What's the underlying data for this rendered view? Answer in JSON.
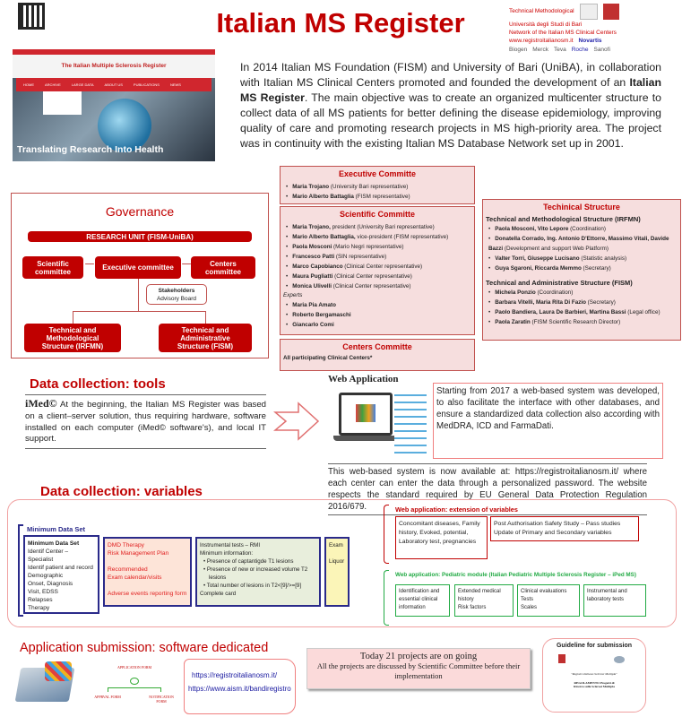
{
  "header": {
    "title": "Italian MS Register",
    "logos": [
      "Technical Methodological",
      "Università degli Studi di Bari",
      "Network of the Italian MS Clinical Centers",
      "www.registroitalianosm.it",
      "Biogen",
      "Merck",
      "Teva",
      "Novartis",
      "Roche",
      "Sanofi"
    ]
  },
  "website": {
    "site_title": "The Italian Multiple Sclerosis Register",
    "nav": [
      "HOME",
      "ARCHIVE",
      "LARGE DATA",
      "ABOUT US",
      "PUBLICATIONS",
      "NEWS"
    ],
    "tagline": "Translating Research Into Health"
  },
  "intro": {
    "text1": "In 2014 Italian MS Foundation (FISM) and University of Bari (UniBA), in collaboration with Italian MS Clinical Centers promoted and founded the development of an ",
    "bold": "Italian MS Register",
    "text2": ". The main objective was to create an organized multicenter structure to collect data of all MS patients for better defining the disease epidemiology, improving quality of care and promoting research projects in MS high-priority area. The project was in continuity with the existing Italian MS Database Network set up in 2001."
  },
  "governance": {
    "title": "Governance",
    "research_unit": "RESEARCH UNIT (FISM-UniBA)",
    "scientific": "Scientific committee",
    "executive": "Executive committee",
    "centers": "Centers committee",
    "stakeholders": "Stakeholders",
    "advisory": "Advisory Board",
    "tech_method": "Technical and Methodological Structure (IRFMN)",
    "tech_admin": "Technical and Administrative Structure (FISM)"
  },
  "executive": {
    "title": "Executive Committe",
    "members": [
      {
        "name": "Maria Trojano",
        "role": " (University Bari representative)"
      },
      {
        "name": "Mario Alberto Battaglia",
        "role": " (FISM representative)"
      }
    ]
  },
  "scientific": {
    "title": "Scientific Committe",
    "members": [
      {
        "name": "Maria Trojano,",
        "role": "  president (University Bari representative)"
      },
      {
        "name": "Mario Alberto Battaglia,",
        "role": " vice-president  (FISM representative)"
      },
      {
        "name": "Paola Mosconi",
        "role": " (Mario Negri representative)"
      },
      {
        "name": "Francesco Patti",
        "role": " (SIN representative)"
      },
      {
        "name": "Marco Capobianco",
        "role": " (Clinical Center representative)"
      },
      {
        "name": "Maura Pugliatti",
        "role": " (Clinical Center representative)"
      },
      {
        "name": "Monica Ulivelli",
        "role": " (Clinical Center representative)"
      }
    ],
    "experts_label": "Experts",
    "experts": [
      "Maria Pia Amato",
      "Roberto Bergamaschi",
      "Giancarlo Comi"
    ]
  },
  "centers": {
    "title": "Centers Committe",
    "text": "All participating  Clinical Centers*"
  },
  "technical": {
    "title": "Techinical Structure",
    "irfmn_title": "Technical and Methodological Structure (IRFMN)",
    "irfmn": [
      {
        "name": "Paola Mosconi, Vito Lepore",
        "role": " (Coordination)"
      },
      {
        "name": "Donatella Corrado, Ing. Antonio D'Ettorre, Massimo Vitali, Davide Bazzi",
        "role": " (Development and support Web Platform)"
      },
      {
        "name": "Valter Torri, Giuseppe Lucisano",
        "role": " (Statistic analysis)"
      },
      {
        "name": "Guya Sgaroni, Riccarda Memmo",
        "role": " (Secretary)"
      }
    ],
    "fism_title": "Technical and Administrative Structure (FISM)",
    "fism": [
      {
        "name": "Michela Ponzio",
        "role": " (Coordination)"
      },
      {
        "name": "Barbara Vitelli, Maria Rita Di Fazio",
        "role": " (Secretary)"
      },
      {
        "name": "Paolo Bandiera, Laura De Barbieri, Martina Bassi",
        "role": " (Legal office)"
      },
      {
        "name": "Paola Zaratin",
        "role": " (FISM Scientific Research Director)"
      }
    ]
  },
  "tools": {
    "title": "Data collection: tools",
    "imed": "iMed©",
    "text": " At the beginning, the Italian MS Register was based on a client–server solution, thus requiring hardware, software installed on each computer (iMed© software's), and local IT support."
  },
  "webapp": {
    "title": "Web Application",
    "desc": "Starting from 2017 a web-based system was developed, to also facilitate the interface with other databases, and ensure a standardized data collection also according with MedDRA, ICD and FarmaDati.",
    "available": "This web-based system is now available at: https://registroitalianosm.it/ where each center can enter the data through a personalized password. The website respects the standard required by EU General Data Protection Regulation 2016/679."
  },
  "variables": {
    "title": "Data collection: variables",
    "mds_label": "Minimum Data Set",
    "mds_title": "Minimum Data Set",
    "mds_items": [
      "Identif Center – Specialist",
      "Identif patient and record",
      "Demographic",
      "Onset, Diagnosis",
      "Visit, EDSS",
      "Relapses",
      "Therapy"
    ],
    "dmd": [
      "DMD Therapy",
      "Risk  Management Plan",
      "",
      "Recommended",
      "Exam calendar/visits",
      "",
      "Adverse events reporting form"
    ],
    "instr_title": "Instrumental tests – RMI",
    "instr_min": "Minimum information:",
    "instr_items": [
      "Presence of captantigde T1 lesions",
      "Presence of new or increased volume  T2 lesions",
      "Total number of lesions in T2<[9]/>=[9]"
    ],
    "instr_card": "Complete card",
    "exam_title": "Exam",
    "exam_item": "Liquor",
    "ext_title": "Web application: extension of variables",
    "ext1": "Concomitant  diseases, Family history, Evoked, potential, Laboratory test, pregnancies",
    "ext2a": "Post Authorisation Safety Study – Pass studies",
    "ext2b": "Update of Primary and Secondary variables",
    "ped_title": "Web application: Pediatric module (Italian Pediatric Multiple Sclerosis Register – iPed MS)",
    "ped": [
      "Identification and essential clinical information",
      "Extended medical history\nRisk factors",
      "Clinical evaluations\nTests\nScales",
      "Instrumental and laboratory tests"
    ]
  },
  "submission": {
    "title": "Application submission: software dedicated",
    "flow": [
      "APPLICATION FORM",
      "APPRVAL FORM",
      "NOTIFICATION FORM"
    ],
    "link1": "https://registroitalianosm.it/",
    "link2": "https://www.aism.it/bandiregistro",
    "projects": "Today 21 projects are on going",
    "projects_sub": "All the projects are discussed by Scientific Committee before their implementation",
    "guideline": "Guideline for submission",
    "doc_title": "\"Registro Italiano Sclerosi Multipla\"",
    "doc_body": "REGOLAMENTO Progetti di Ricerca sulla Sclerosi Multipla"
  },
  "colors": {
    "accent": "#c00000",
    "box_fill": "#f6dede",
    "green": "#22aa44",
    "navy": "#2a2a8a"
  }
}
